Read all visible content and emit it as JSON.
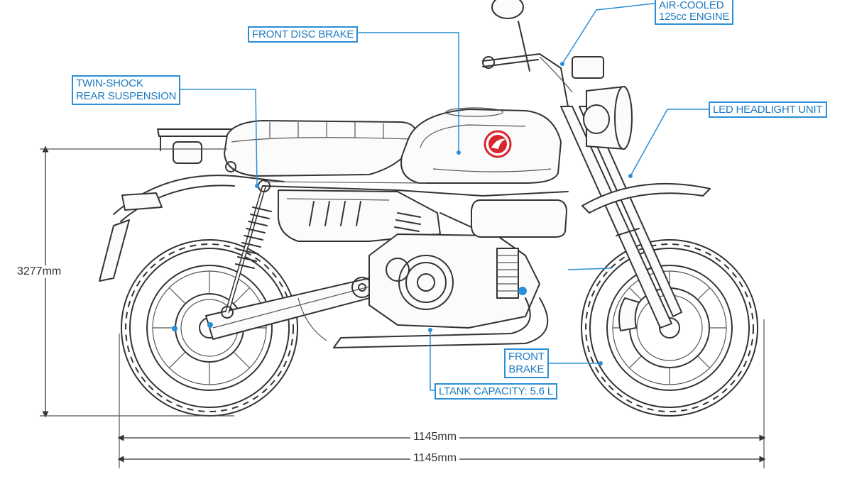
{
  "callouts": {
    "front_disc_brake": "FRONT DISC BRAKE",
    "air_cooled_engine_line1": "AIR-COOLED",
    "air_cooled_engine_line2": "125cc ENGINE",
    "twin_shock_line1": "TWIN-SHOCK",
    "twin_shock_line2": "REAR SUSPENSION",
    "led_headlight": "LED HEADLIGHT UNIT",
    "front_brake_line1": "FRONT",
    "front_brake_line2": "BRAKE",
    "tank_capacity": "LTANK CAPACITY: 5.6 L"
  },
  "dimensions": {
    "height": "3277mm",
    "length_upper": "1145mm",
    "length_lower": "1145mm"
  },
  "colors": {
    "accent": "#2a8fd6",
    "line": "#333333",
    "logo_red": "#d9262c"
  },
  "icons": [
    "honda-wing-logo-icon"
  ]
}
